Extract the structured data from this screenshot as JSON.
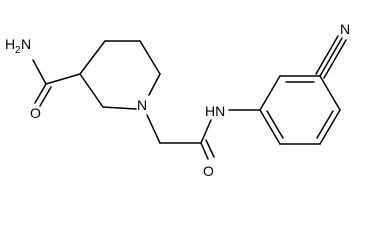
{
  "molecule": {
    "atoms": {
      "amide_n": {
        "symbol": "H",
        "subscript": "2",
        "element": "N"
      },
      "amide_o": {
        "symbol": "O"
      },
      "ring_n": {
        "symbol": "N"
      },
      "linker_o": {
        "symbol": "O"
      },
      "anilide_n": {
        "symbol": "HN"
      },
      "nitrile_n": {
        "symbol": "N"
      }
    },
    "colors": {
      "bond": "#000000",
      "label": "#000000",
      "background": "#ffffff"
    }
  }
}
